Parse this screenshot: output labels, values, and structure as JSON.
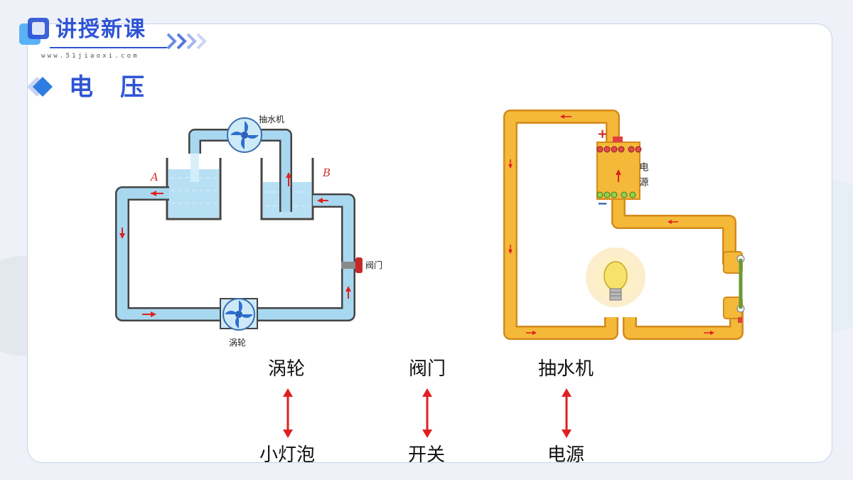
{
  "header": {
    "title": "讲授新课",
    "url": "www.51jiaoxi.com"
  },
  "section": {
    "title": "电压"
  },
  "water_diagram": {
    "pump_label": "抽水机",
    "turbine_label": "涡轮",
    "valve_label": "阀门",
    "tank_a_label": "A",
    "tank_b_label": "B"
  },
  "circuit_diagram": {
    "source_label": "电源",
    "plus_sign": "+",
    "minus_sign": "−"
  },
  "analogy": [
    {
      "top": "涡轮",
      "bottom": "小灯泡"
    },
    {
      "top": "阀门",
      "bottom": "开关"
    },
    {
      "top": "抽水机",
      "bottom": "电源"
    }
  ],
  "colors": {
    "accent_blue": "#2f55d4",
    "water": "#a8d8f0",
    "wire": "#f2b233",
    "arrow_red": "#e02020"
  }
}
